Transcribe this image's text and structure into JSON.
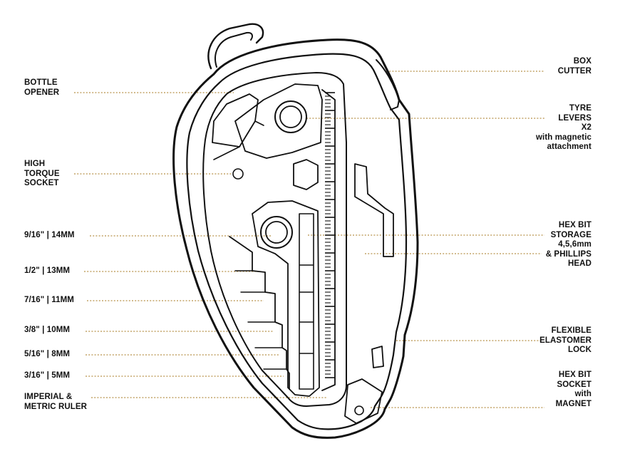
{
  "accent_color": "#b8924a",
  "ink_color": "#111111",
  "labels_left": [
    {
      "id": "bottle-opener",
      "lines": [
        "BOTTLE",
        "OPENER"
      ]
    },
    {
      "id": "high-torque-socket",
      "lines": [
        "HIGH",
        "TORQUE",
        "SOCKET"
      ]
    },
    {
      "id": "size-14mm",
      "lines": [
        "9/16\" | 14MM"
      ]
    },
    {
      "id": "size-13mm",
      "lines": [
        "1/2\" | 13MM"
      ]
    },
    {
      "id": "size-11mm",
      "lines": [
        "7/16\" | 11MM"
      ]
    },
    {
      "id": "size-10mm",
      "lines": [
        "3/8\" | 10MM"
      ]
    },
    {
      "id": "size-8mm",
      "lines": [
        "5/16\" | 8MM"
      ]
    },
    {
      "id": "size-5mm",
      "lines": [
        "3/16\" | 5MM"
      ]
    },
    {
      "id": "ruler",
      "lines": [
        "IMPERIAL &",
        "METRIC RULER"
      ]
    }
  ],
  "labels_right": [
    {
      "id": "box-cutter",
      "lines": [
        "BOX",
        "CUTTER"
      ]
    },
    {
      "id": "tyre-levers",
      "lines": [
        "TYRE",
        "LEVERS",
        "X2",
        "with magnetic",
        "attachment"
      ]
    },
    {
      "id": "hex-bit-storage",
      "lines": [
        "HEX BIT",
        "STORAGE",
        "4,5,6mm",
        "& PHILLIPS",
        "HEAD"
      ]
    },
    {
      "id": "elastomer-lock",
      "lines": [
        "FLEXIBLE",
        "ELASTOMER",
        "LOCK"
      ]
    },
    {
      "id": "hex-bit-socket",
      "lines": [
        "HEX BIT",
        "SOCKET",
        "with",
        "MAGNET"
      ]
    }
  ]
}
